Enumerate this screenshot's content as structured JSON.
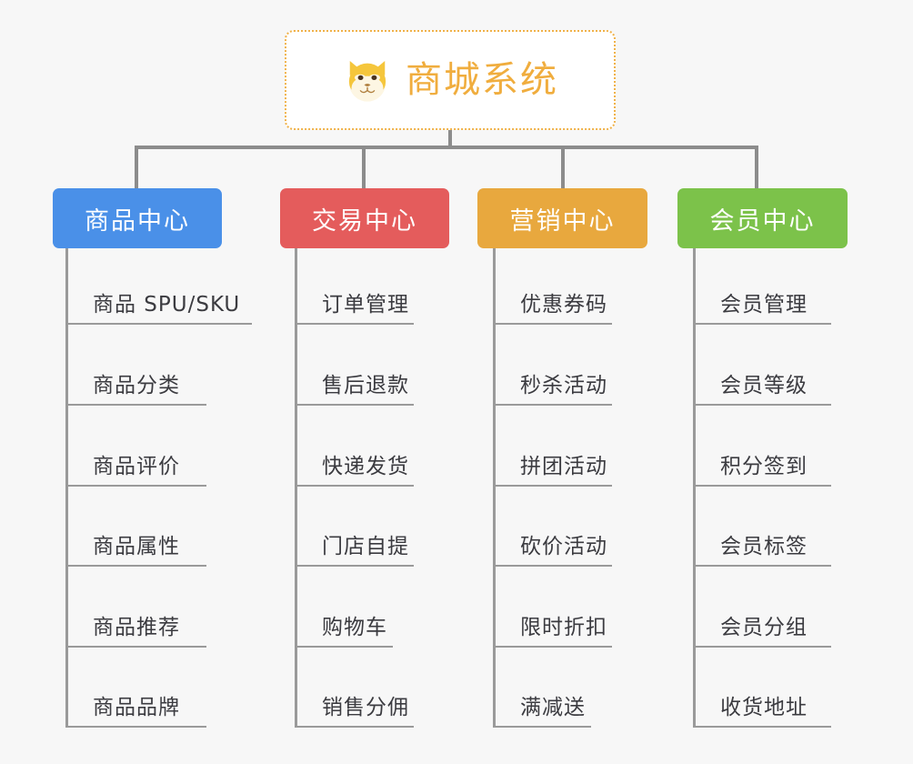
{
  "root": {
    "title": "商城系统",
    "icon": "shiba-dog-icon",
    "border_color": "#f0b24a",
    "text_color": "#f0ad3e"
  },
  "canvas": {
    "background": "#f7f7f7",
    "connector_color": "#8c8c8c"
  },
  "branches": [
    {
      "label": "商品中心",
      "color": "#4a90e8",
      "items": [
        "商品 SPU/SKU",
        "商品分类",
        "商品评价",
        "商品属性",
        "商品推荐",
        "商品品牌"
      ]
    },
    {
      "label": "交易中心",
      "color": "#e45c5c",
      "items": [
        "订单管理",
        "售后退款",
        "快递发货",
        "门店自提",
        "购物车",
        "销售分佣"
      ]
    },
    {
      "label": "营销中心",
      "color": "#e8a83e",
      "items": [
        "优惠券码",
        "秒杀活动",
        "拼团活动",
        "砍价活动",
        "限时折扣",
        "满减送"
      ]
    },
    {
      "label": "会员中心",
      "color": "#7cc24a",
      "items": [
        "会员管理",
        "会员等级",
        "积分签到",
        "会员标签",
        "会员分组",
        "收货地址"
      ]
    }
  ]
}
